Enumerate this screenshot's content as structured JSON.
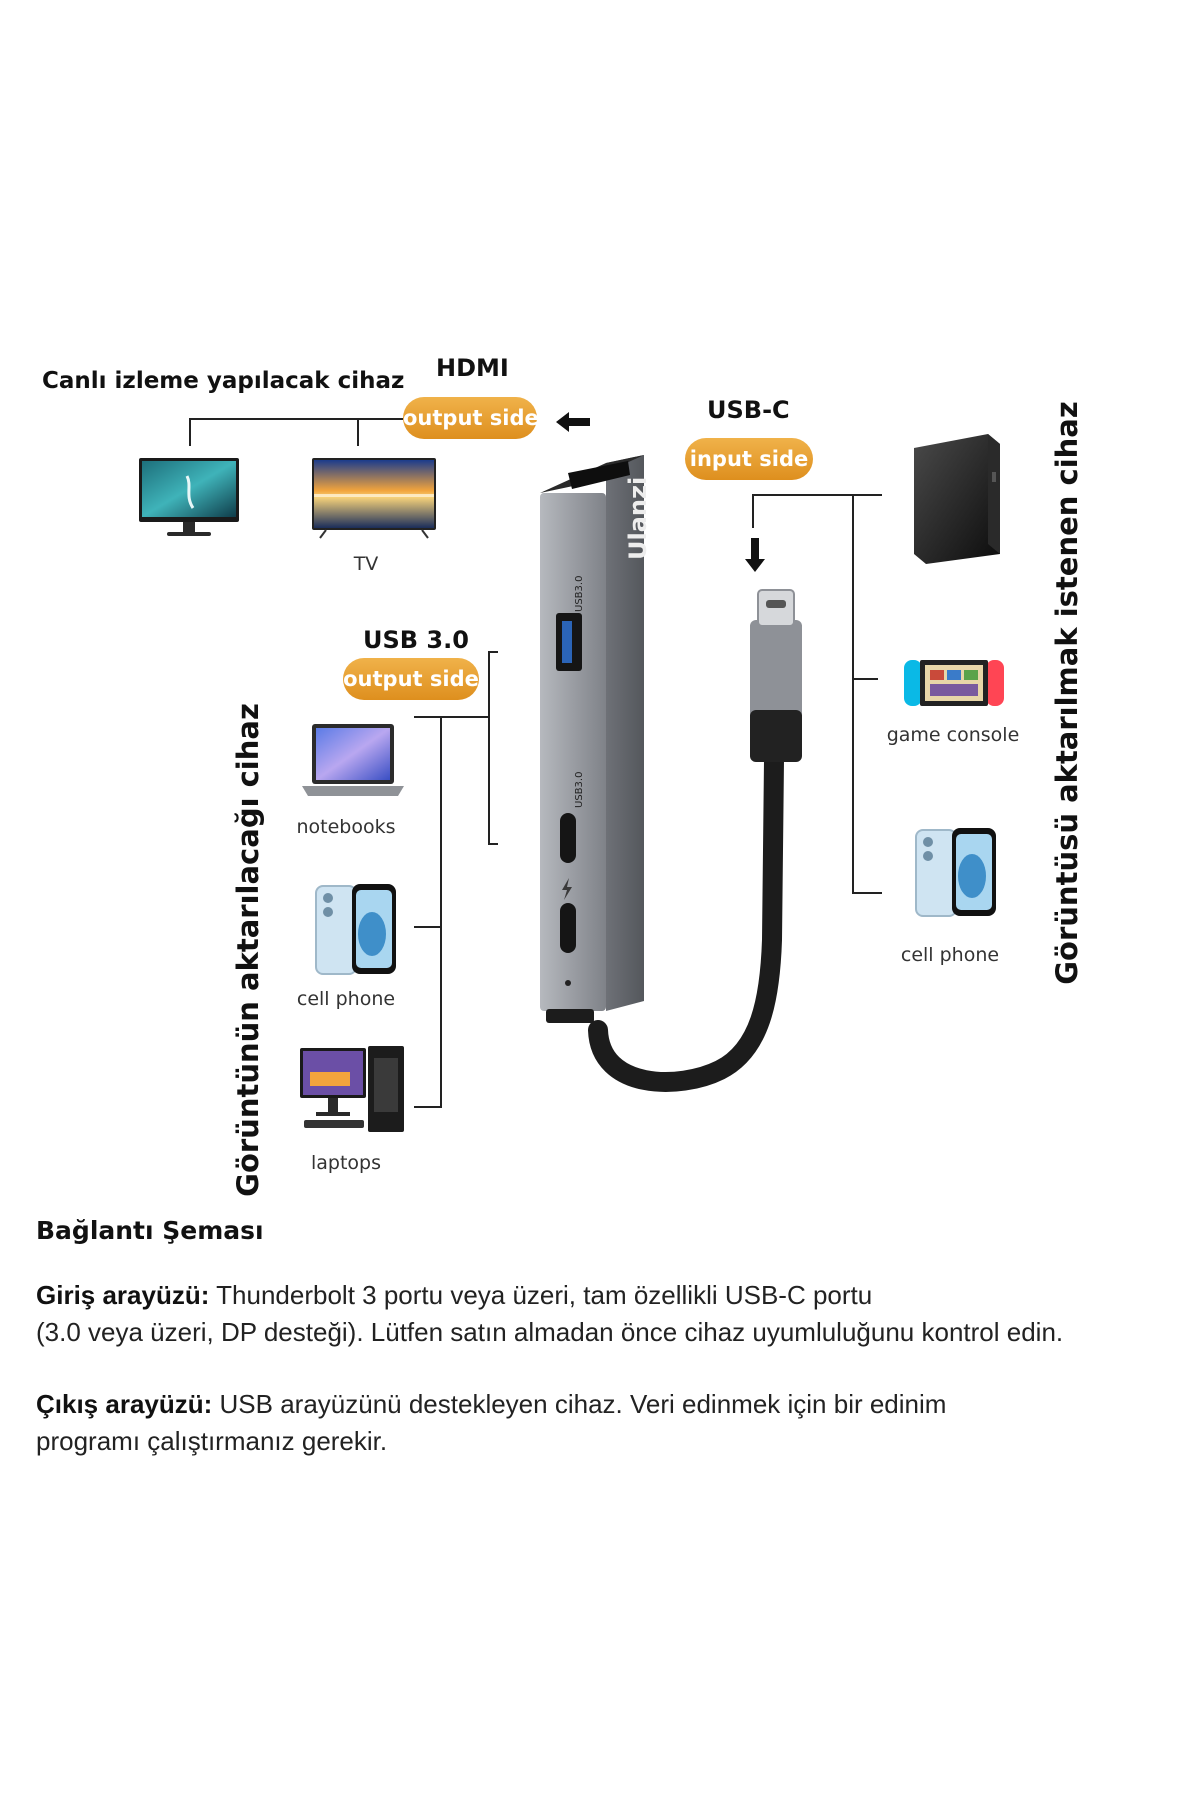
{
  "top_left_title": "Canlı izleme yapılacak cihaz",
  "hdmi": {
    "title": "HDMI",
    "badge": "output side"
  },
  "usbc": {
    "title": "USB-C",
    "badge": "input side"
  },
  "usb3": {
    "title": "USB 3.0",
    "badge": "output side"
  },
  "hub": {
    "brand": "Ulanzi",
    "port_label_a": "USB3.0",
    "port_label_c": "USB3.0"
  },
  "devices": {
    "monitor": "",
    "tv": "TV",
    "notebooks": "notebooks",
    "cell_phone_left": "cell phone",
    "laptops": "laptops",
    "game_console": "game console",
    "cell_phone_right": "cell phone"
  },
  "vertical_left": "Görüntünün aktarılacağı cihaz",
  "vertical_right": "Görüntüsü aktarılmak istenen cihaz",
  "section_title": "Bağlantı Şeması",
  "input_interface": {
    "label": "Giriş arayüzü:",
    "text_line1": " Thunderbolt 3 portu veya üzeri, tam özellikli USB-C portu",
    "text_line2": "(3.0 veya üzeri, DP desteği). Lütfen satın almadan önce cihaz uyumluluğunu kontrol edin."
  },
  "output_interface": {
    "label": "Çıkış arayüzü:",
    "text_line1": " USB arayüzünü destekleyen cihaz. Veri edinmek için bir edinim",
    "text_line2": "programı çalıştırmanız gerekir."
  },
  "colors": {
    "badge": "#e39a2a",
    "hub_body": "#8d9096",
    "cable": "#1c1c1c"
  },
  "icons": [
    "arrow-left-icon",
    "arrow-down-icon",
    "lightning-icon"
  ]
}
